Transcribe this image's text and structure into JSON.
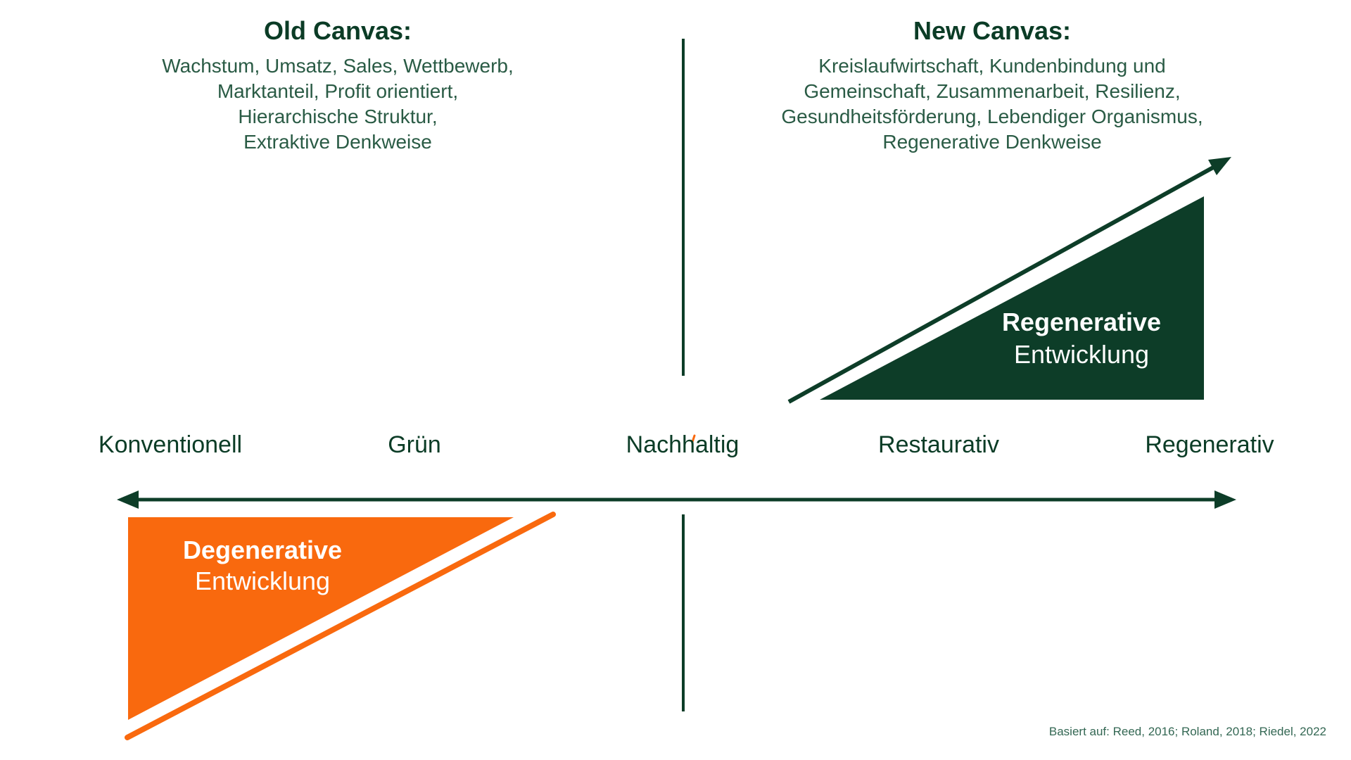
{
  "colors": {
    "dark_green": "#0d3d28",
    "heading_green": "#0b3c26",
    "body_green": "#2a5b45",
    "citation_green": "#336753",
    "orange": "#f9690e",
    "white": "#ffffff"
  },
  "old_canvas": {
    "title": "Old Canvas:",
    "lines": [
      "Wachstum, Umsatz, Sales, Wettbewerb,",
      "Marktanteil, Profit orientiert,",
      "Hierarchische Struktur,",
      "Extraktive Denkweise"
    ]
  },
  "new_canvas": {
    "title": "New Canvas:",
    "lines": [
      "Kreislaufwirtschaft, Kundenbindung und",
      "Gemeinschaft, Zusammenarbeit, Resilienz,",
      "Gesundheitsförderung, Lebendiger Organismus,",
      "Regenerative Denkweise"
    ]
  },
  "axis": {
    "labels": [
      "Konventionell",
      "Grün",
      "Nachhaltig",
      "Restaurativ",
      "Regenerativ"
    ]
  },
  "regenerative": {
    "line1": "Regenerative",
    "line2": "Entwicklung"
  },
  "degenerative": {
    "line1": "Degenerative",
    "line2": "Entwicklung"
  },
  "citation": "Basiert auf: Reed, 2016; Roland, 2018; Riedel, 2022"
}
